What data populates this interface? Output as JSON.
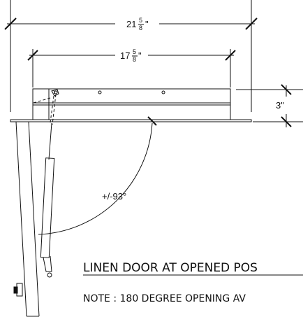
{
  "dimensions": {
    "overall_whole": "21",
    "overall_frac_num": "5",
    "overall_frac_den": "8",
    "overall_unit": "\"",
    "inner_whole": "17",
    "inner_frac_num": "5",
    "inner_frac_den": "8",
    "inner_unit": "\"",
    "depth": "3\"",
    "angle": "+/-93°"
  },
  "captions": {
    "title": "LINEN DOOR AT OPENED POS",
    "note": "NOTE : 180 DEGREE OPENING AV"
  }
}
